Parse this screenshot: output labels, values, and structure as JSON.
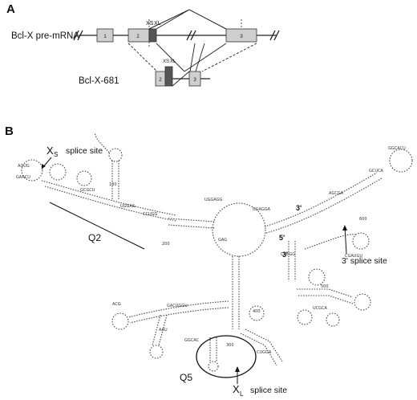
{
  "panel_a": {
    "letter": "A",
    "pre_mrna_label": "Bcl-X pre-mRNA",
    "exon1": "1",
    "exon2": "2",
    "exon3": "3",
    "xs_label": "XS",
    "xl_label": "XL",
    "minigene_label": "Bcl-X-681",
    "minigene_exon2": "2",
    "minigene_exon3": "3"
  },
  "panel_b": {
    "letter": "B",
    "xs_site": {
      "main": "X",
      "sub": "S",
      "suffix": "splice site"
    },
    "xl_site": {
      "main": "X",
      "sub": "L",
      "suffix": "splice site"
    },
    "three_prime_site": "3' splice site",
    "q2": "Q2",
    "q5": "Q5",
    "five_prime_end": "5'",
    "three_prime_end_a": "3'",
    "three_prime_end_b": "3'",
    "numbers": [
      "100",
      "200",
      "300",
      "400",
      "500",
      "600"
    ]
  },
  "colors": {
    "exon_light": "#cfcfcf",
    "exon_dark": "#555555",
    "line": "#222222"
  }
}
